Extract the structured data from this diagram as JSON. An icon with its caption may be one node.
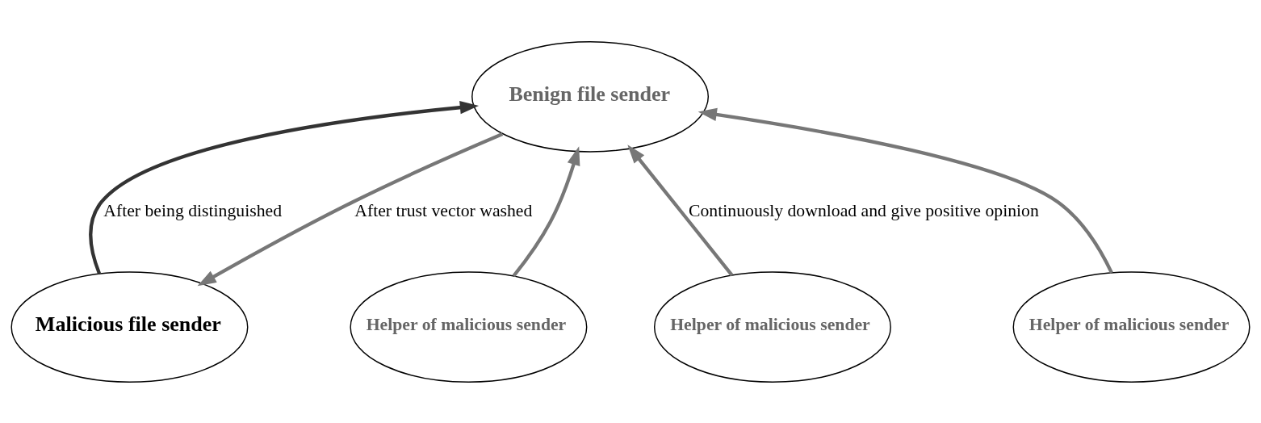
{
  "diagram": {
    "nodes": [
      {
        "text": [
          "Malicious file sender"
        ]
      },
      {
        "text": [
          "Benign file sender"
        ]
      },
      {
        "text": [
          "Helper of malicious sender"
        ]
      },
      {
        "text": [
          "Helper of malicious sender"
        ]
      },
      {
        "text": [
          "Helper of malicious sender"
        ]
      }
    ],
    "edges": [
      {
        "from": 0,
        "to": 1,
        "arrow": "to",
        "label": "After being distinguished",
        "color": "#333333"
      },
      {
        "from": 1,
        "to": 0,
        "arrow": "to",
        "label": "After trust vector washed"
      },
      {
        "from": 2,
        "to": 1,
        "arrow": "to"
      },
      {
        "from": 3,
        "to": 1,
        "arrow": "to",
        "label": "Continuously download and give positive opinion"
      },
      {
        "from": 4,
        "to": 1,
        "arrow": "to"
      }
    ]
  }
}
